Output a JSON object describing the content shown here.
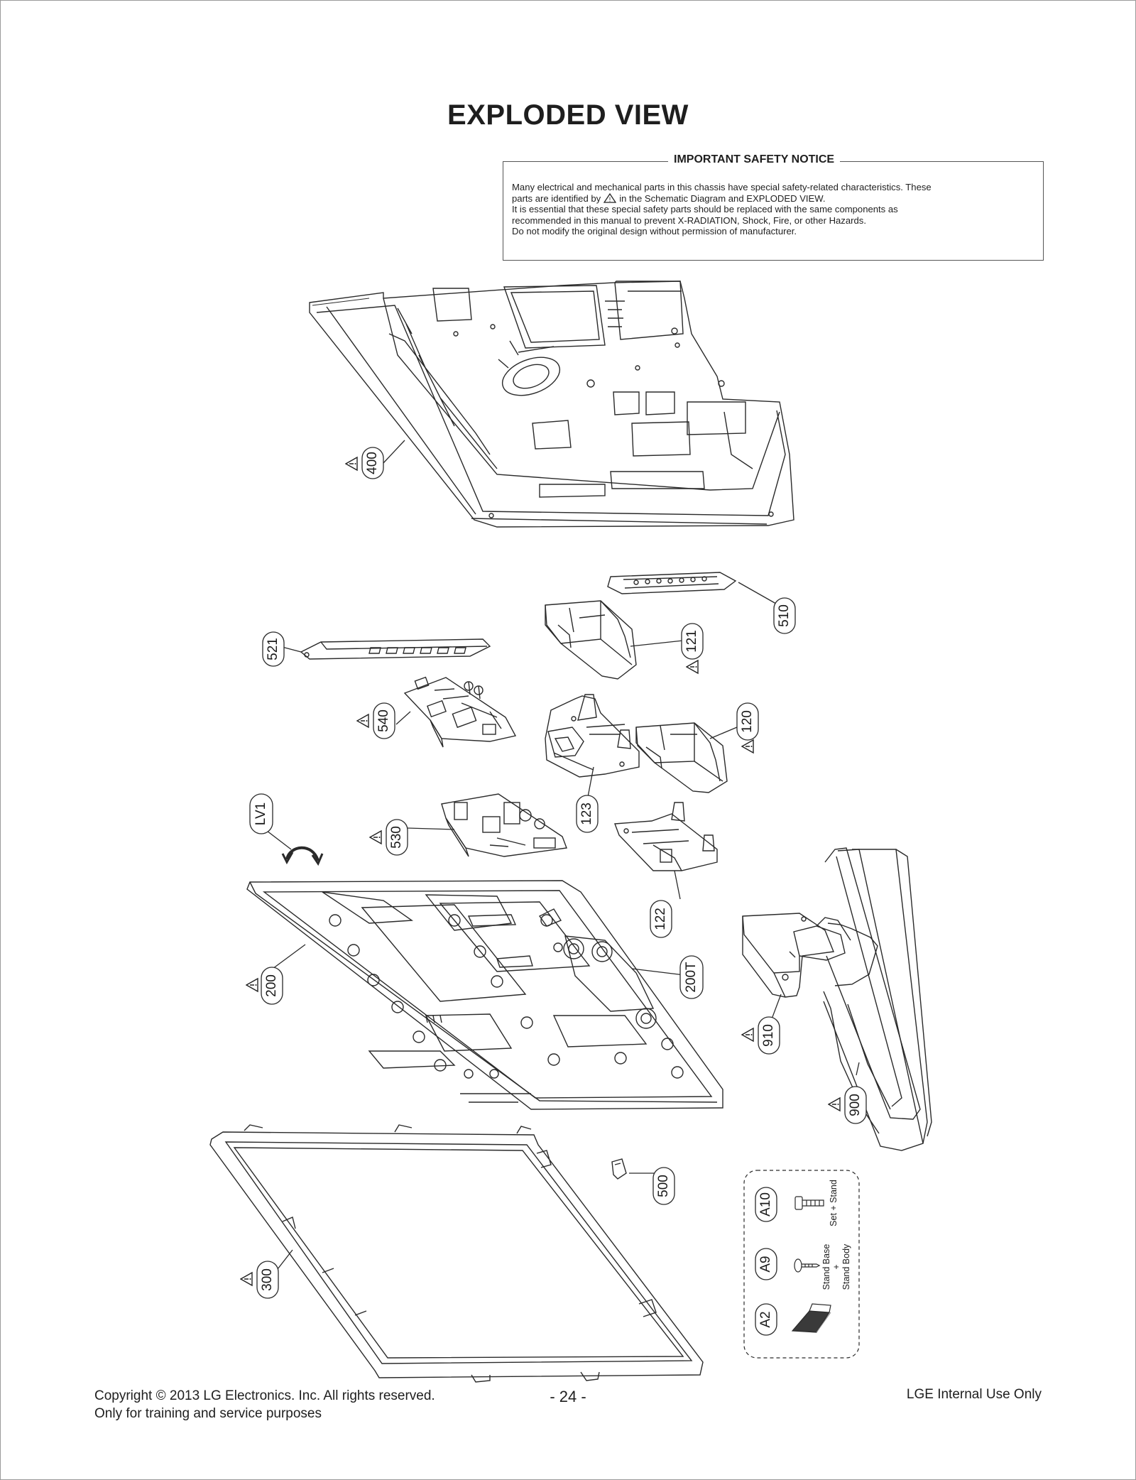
{
  "page": {
    "title": "EXPLODED VIEW",
    "page_number": "- 24 -"
  },
  "notice": {
    "title": "IMPORTANT SAFETY NOTICE",
    "line1": "Many electrical and mechanical parts in this chassis have special safety-related characteristics. These",
    "line2_before": "parts are identified by",
    "line2_after": "in the Schematic Diagram and EXPLODED VIEW.",
    "line3": "It is essential that these special safety parts should be replaced with the same components as",
    "line4": "recommended in this manual to prevent X-RADIATION, Shock, Fire, or other Hazards.",
    "line5": "Do not modify the original design without permission of manufacturer."
  },
  "callouts": {
    "c400": "400",
    "c510": "510",
    "c121": "121",
    "c521": "521",
    "c540": "540",
    "c120": "120",
    "c123": "123",
    "c530": "530",
    "clv1": "LV1",
    "c122": "122",
    "c200": "200",
    "c200t": "200T",
    "c910": "910",
    "c900": "900",
    "c500": "500",
    "c300": "300",
    "ca10": "A10",
    "ca9": "A9",
    "ca2": "A2"
  },
  "screw_box": {
    "set_stand": "Set + Stand",
    "stand_base": "Stand Base",
    "plus": "+",
    "stand_body": "Stand Body"
  },
  "footer": {
    "copyright": "Copyright  © 2013 LG Electronics. Inc. All rights reserved.",
    "training": "Only for training and service purposes",
    "internal": "LGE Internal Use Only"
  },
  "colors": {
    "line": "#2a2a2a",
    "text": "#1a1a1a"
  },
  "icons": [
    "warning-triangle-icon",
    "arrow-rotate-icon"
  ]
}
